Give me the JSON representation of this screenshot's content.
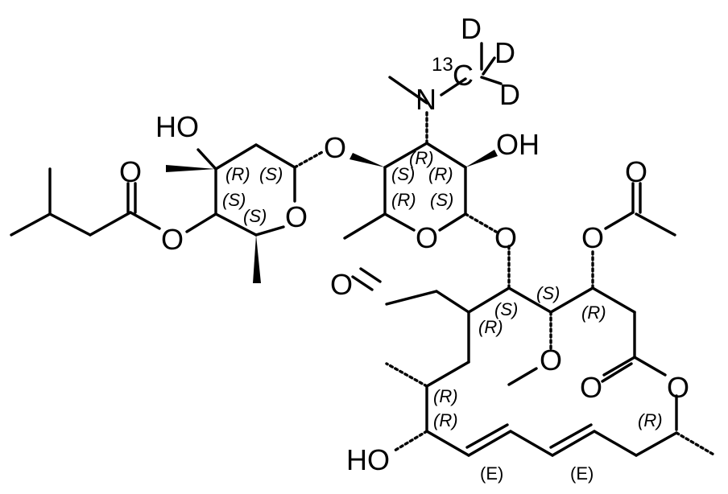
{
  "molecule": {
    "atoms": {
      "ho_top": "HO",
      "oh_top": "OH",
      "ho_bottom": "HO",
      "n": "N",
      "o_ring1": "O",
      "o_ring2": "O",
      "o_glyc1": "O",
      "o_glyc2": "O",
      "o_ester": "O",
      "o_carbonyl1": "O",
      "o_acetyl_link": "O",
      "o_carbonyl2": "O",
      "o_aldehyde": "O",
      "o_methoxy": "O",
      "o_lactone_co": "O",
      "o_lactone": "O",
      "c13": "C",
      "iso13": "13",
      "d1": "D",
      "d2": "D",
      "d3": "D"
    },
    "stereo_labels": {
      "s1": "(R)",
      "s2": "(S)",
      "s3": "(S)",
      "s4": "(S)",
      "s5": "(R)",
      "s6": "(S)",
      "s7": "(R)",
      "s8": "(R)",
      "s9": "(S)",
      "s10": "(S)",
      "s11": "(S)",
      "s12": "(R)",
      "s13": "(R)",
      "s14": "(R)",
      "s15": "(R)",
      "s16": "(R)"
    },
    "ez_labels": {
      "e1": "(E)",
      "e2": "(E)"
    }
  }
}
